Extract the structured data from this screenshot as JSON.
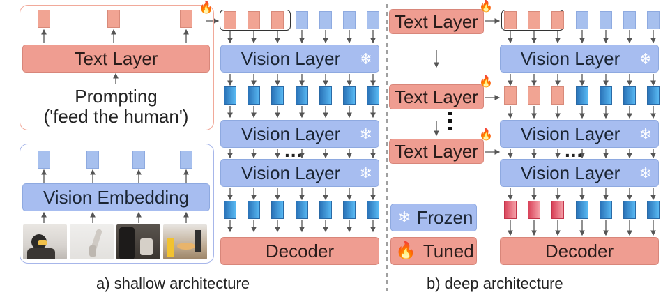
{
  "shallow": {
    "caption": "a) shallow architecture",
    "text_layer": "Text Layer",
    "prompting_line1": "Prompting",
    "prompting_line2": "('feed the human')",
    "vision_embedding": "Vision Embedding",
    "vision_layer_1": "Vision Layer",
    "vision_layer_2": "Vision Layer",
    "vision_layer_3": "Vision Layer",
    "ellipsis": "...",
    "decoder": "Decoder"
  },
  "deep": {
    "caption": "b) deep architecture",
    "text_layer_1": "Text Layer",
    "text_layer_2": "Text Layer",
    "text_layer_3": "Text Layer",
    "vision_layer_1": "Vision Layer",
    "vision_layer_2": "Vision Layer",
    "vision_layer_3": "Vision Layer",
    "ellipsis": "...",
    "decoder": "Decoder"
  },
  "legend": {
    "frozen": "Frozen",
    "tuned": "Tuned"
  },
  "colors": {
    "text_layer": "#ef9d91",
    "vision_layer": "#a7bdf0",
    "prompt_token": "#f1a493",
    "vision_token": "#a7c0ee",
    "feature_token": "#2a73b8",
    "decoder_token": "#d9435a",
    "divider": "#888888"
  },
  "icons": {
    "frozen": "snowflake-icon",
    "tuned": "fire-icon"
  }
}
